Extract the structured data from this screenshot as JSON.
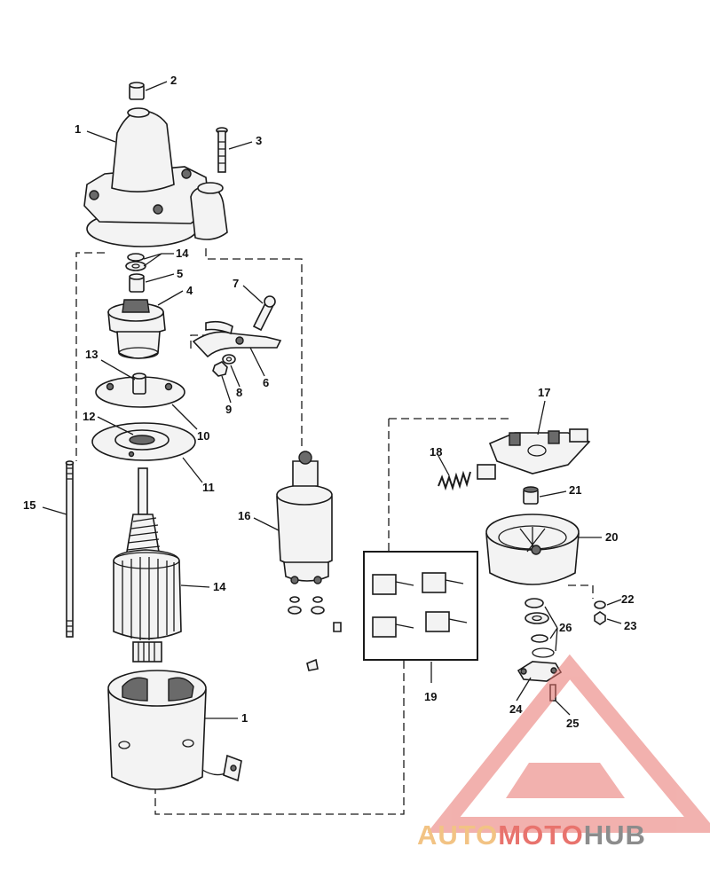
{
  "callouts": {
    "c1a": "1",
    "c2": "2",
    "c3": "3",
    "c14a": "14",
    "c5": "5",
    "c7": "7",
    "c4": "4",
    "c13": "13",
    "c8": "8",
    "c6": "6",
    "c9": "9",
    "c10": "10",
    "c12": "12",
    "c11": "11",
    "c15": "15",
    "c14b": "14",
    "c16": "16",
    "c1b": "1",
    "c17": "17",
    "c18": "18",
    "c21": "21",
    "c20": "20",
    "c22": "22",
    "c23": "23",
    "c26": "26",
    "c19": "19",
    "c24": "24",
    "c25": "25"
  },
  "watermark": {
    "part1": "AUTO",
    "part2": "MOTO",
    "part3": "HUB",
    "colors": {
      "auto": "#f2c384",
      "moto": "#e8736d",
      "hub": "#8c8c8c"
    }
  }
}
